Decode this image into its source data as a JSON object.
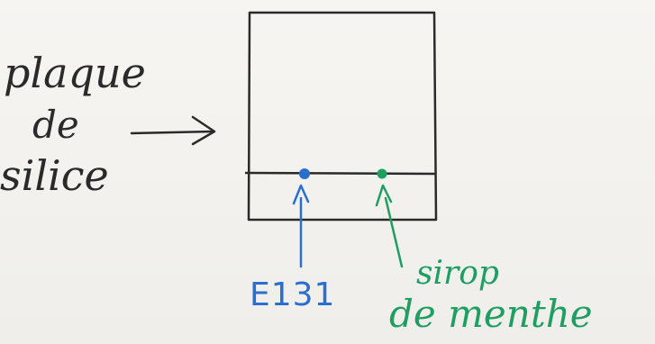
{
  "labels": {
    "plate_line1": "plaque",
    "plate_line2": "de",
    "plate_line3": "silice",
    "spot_blue": "E131",
    "spot_green_line1": "sirop",
    "spot_green_line2": "de menthe"
  },
  "colors": {
    "ink": "#2a2a2a",
    "blue": "#2a6fcf",
    "green": "#1f9e62"
  }
}
